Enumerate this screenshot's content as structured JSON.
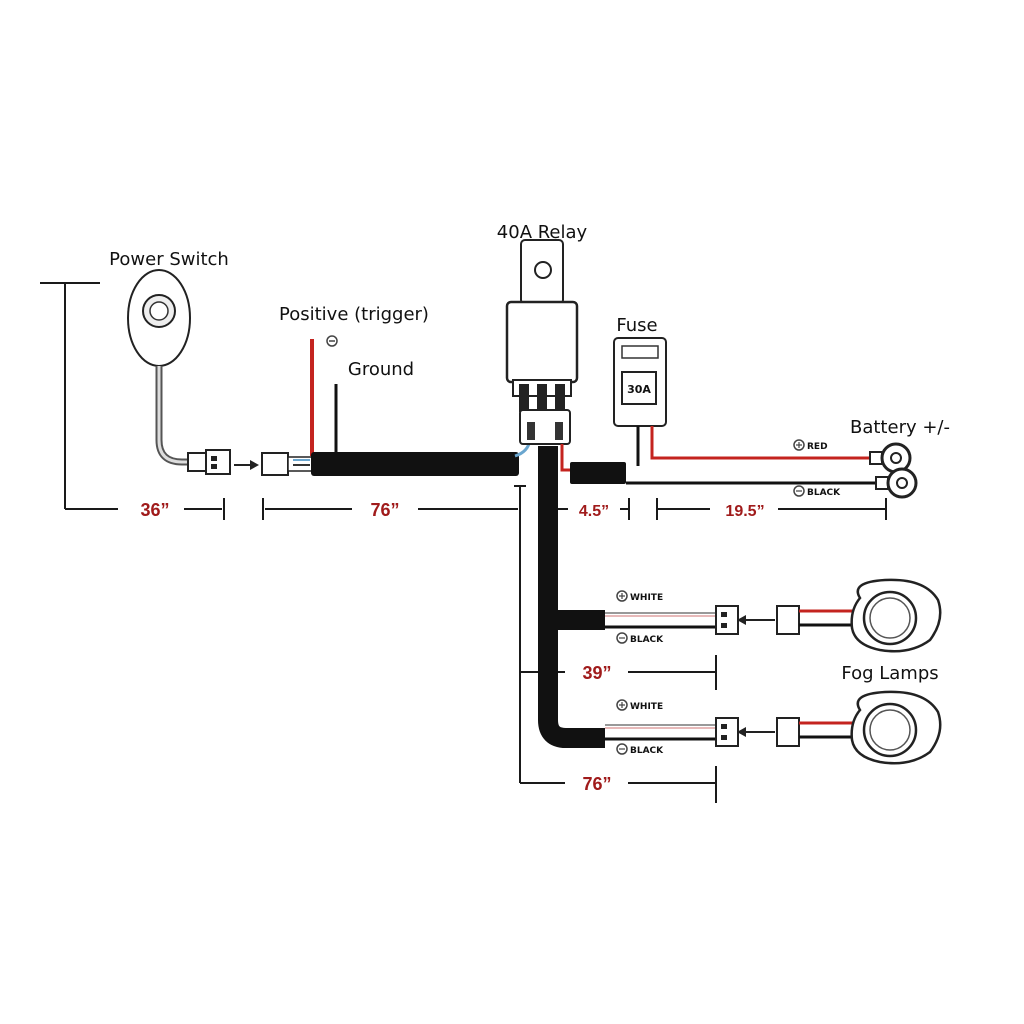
{
  "labels": {
    "power_switch": "Power Switch",
    "positive_trigger": "Positive (trigger)",
    "ground": "Ground",
    "relay": "40A Relay",
    "fuse": "Fuse",
    "fuse_rating": "30A",
    "battery": "Battery +/-",
    "fog_lamps": "Fog Lamps"
  },
  "wire_tags": {
    "red": "RED",
    "black": "BLACK",
    "white": "WHITE"
  },
  "dimensions": {
    "switch_lead": "36”",
    "trigger_lead": "76”",
    "fuse_lead": "4.5”",
    "battery_lead": "19.5”",
    "lamp1_lead": "39”",
    "lamp2_lead": "76”"
  },
  "colors": {
    "dimension_text": "#a01b1b",
    "red_wire": "#c4241f",
    "sheath": "#111111",
    "line": "#1a1a1a"
  }
}
